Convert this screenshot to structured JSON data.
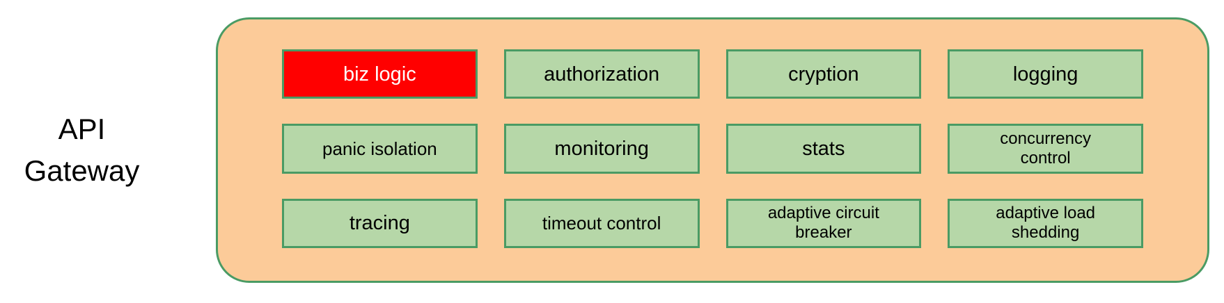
{
  "colors": {
    "canvas": "#ffffff",
    "container-fill": "#FCCB99",
    "module-fill": "#B6D7A8",
    "border-green": "#4A9B64",
    "highlight-red": "#FF0000",
    "text-dark": "#000000",
    "text-light": "#FFFFFF"
  },
  "gateway": {
    "label": "API\nGateway"
  },
  "modules": [
    {
      "label": "biz logic",
      "highlighted": true
    },
    {
      "label": "authorization",
      "highlighted": false
    },
    {
      "label": "cryption",
      "highlighted": false
    },
    {
      "label": "logging",
      "highlighted": false
    },
    {
      "label": "panic isolation",
      "highlighted": false
    },
    {
      "label": "monitoring",
      "highlighted": false
    },
    {
      "label": "stats",
      "highlighted": false
    },
    {
      "label": "concurrency\ncontrol",
      "highlighted": false
    },
    {
      "label": "tracing",
      "highlighted": false
    },
    {
      "label": "timeout control",
      "highlighted": false
    },
    {
      "label": "adaptive circuit\nbreaker",
      "highlighted": false
    },
    {
      "label": "adaptive load\nshedding",
      "highlighted": false
    }
  ]
}
